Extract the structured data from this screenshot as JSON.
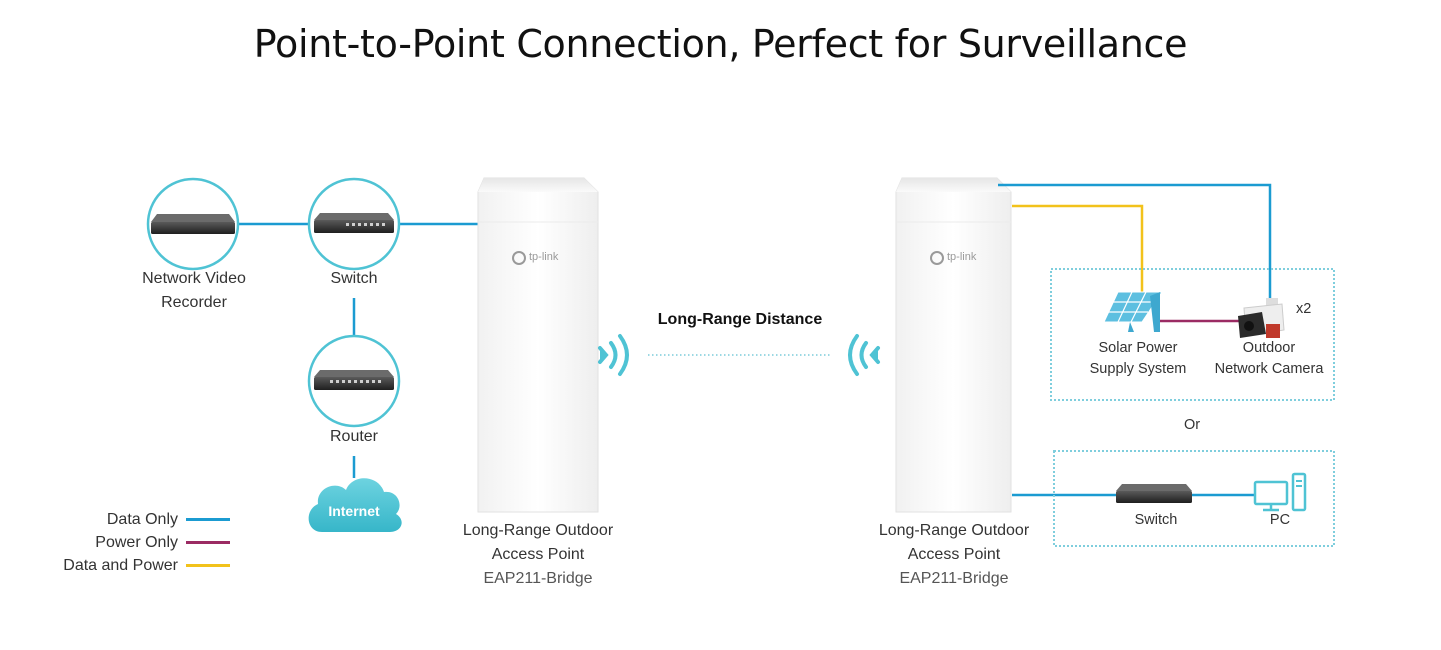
{
  "title": "Point-to-Point Connection, Perfect for Surveillance",
  "colors": {
    "data_only": "#1b9bd1",
    "power_only": "#9b2b63",
    "data_and_power": "#f2c21b",
    "accent_teal": "#4fc3d4"
  },
  "left": {
    "nvr_label_line1": "Network Video",
    "nvr_label_line2": "Recorder",
    "switch_label": "Switch",
    "router_label": "Router",
    "internet_label": "Internet",
    "ap_label_line1": "Long-Range Outdoor",
    "ap_label_line2": "Access Point",
    "ap_model": "EAP211-Bridge",
    "ap_brand": "tp-link"
  },
  "middle": {
    "distance_label": "Long-Range Distance"
  },
  "right": {
    "ap_label_line1": "Long-Range Outdoor",
    "ap_label_line2": "Access Point",
    "ap_model": "EAP211-Bridge",
    "ap_brand": "tp-link",
    "solar_label_line1": "Solar Power",
    "solar_label_line2": "Supply System",
    "camera_label_line1": "Outdoor",
    "camera_label_line2": "Network Camera",
    "camera_count": "x2",
    "or_label": "Or",
    "switch_label": "Switch",
    "pc_label": "PC"
  },
  "legend": [
    {
      "label": "Data Only",
      "color": "#1b9bd1"
    },
    {
      "label": "Power Only",
      "color": "#9b2b63"
    },
    {
      "label": "Data and Power",
      "color": "#f2c21b"
    }
  ]
}
